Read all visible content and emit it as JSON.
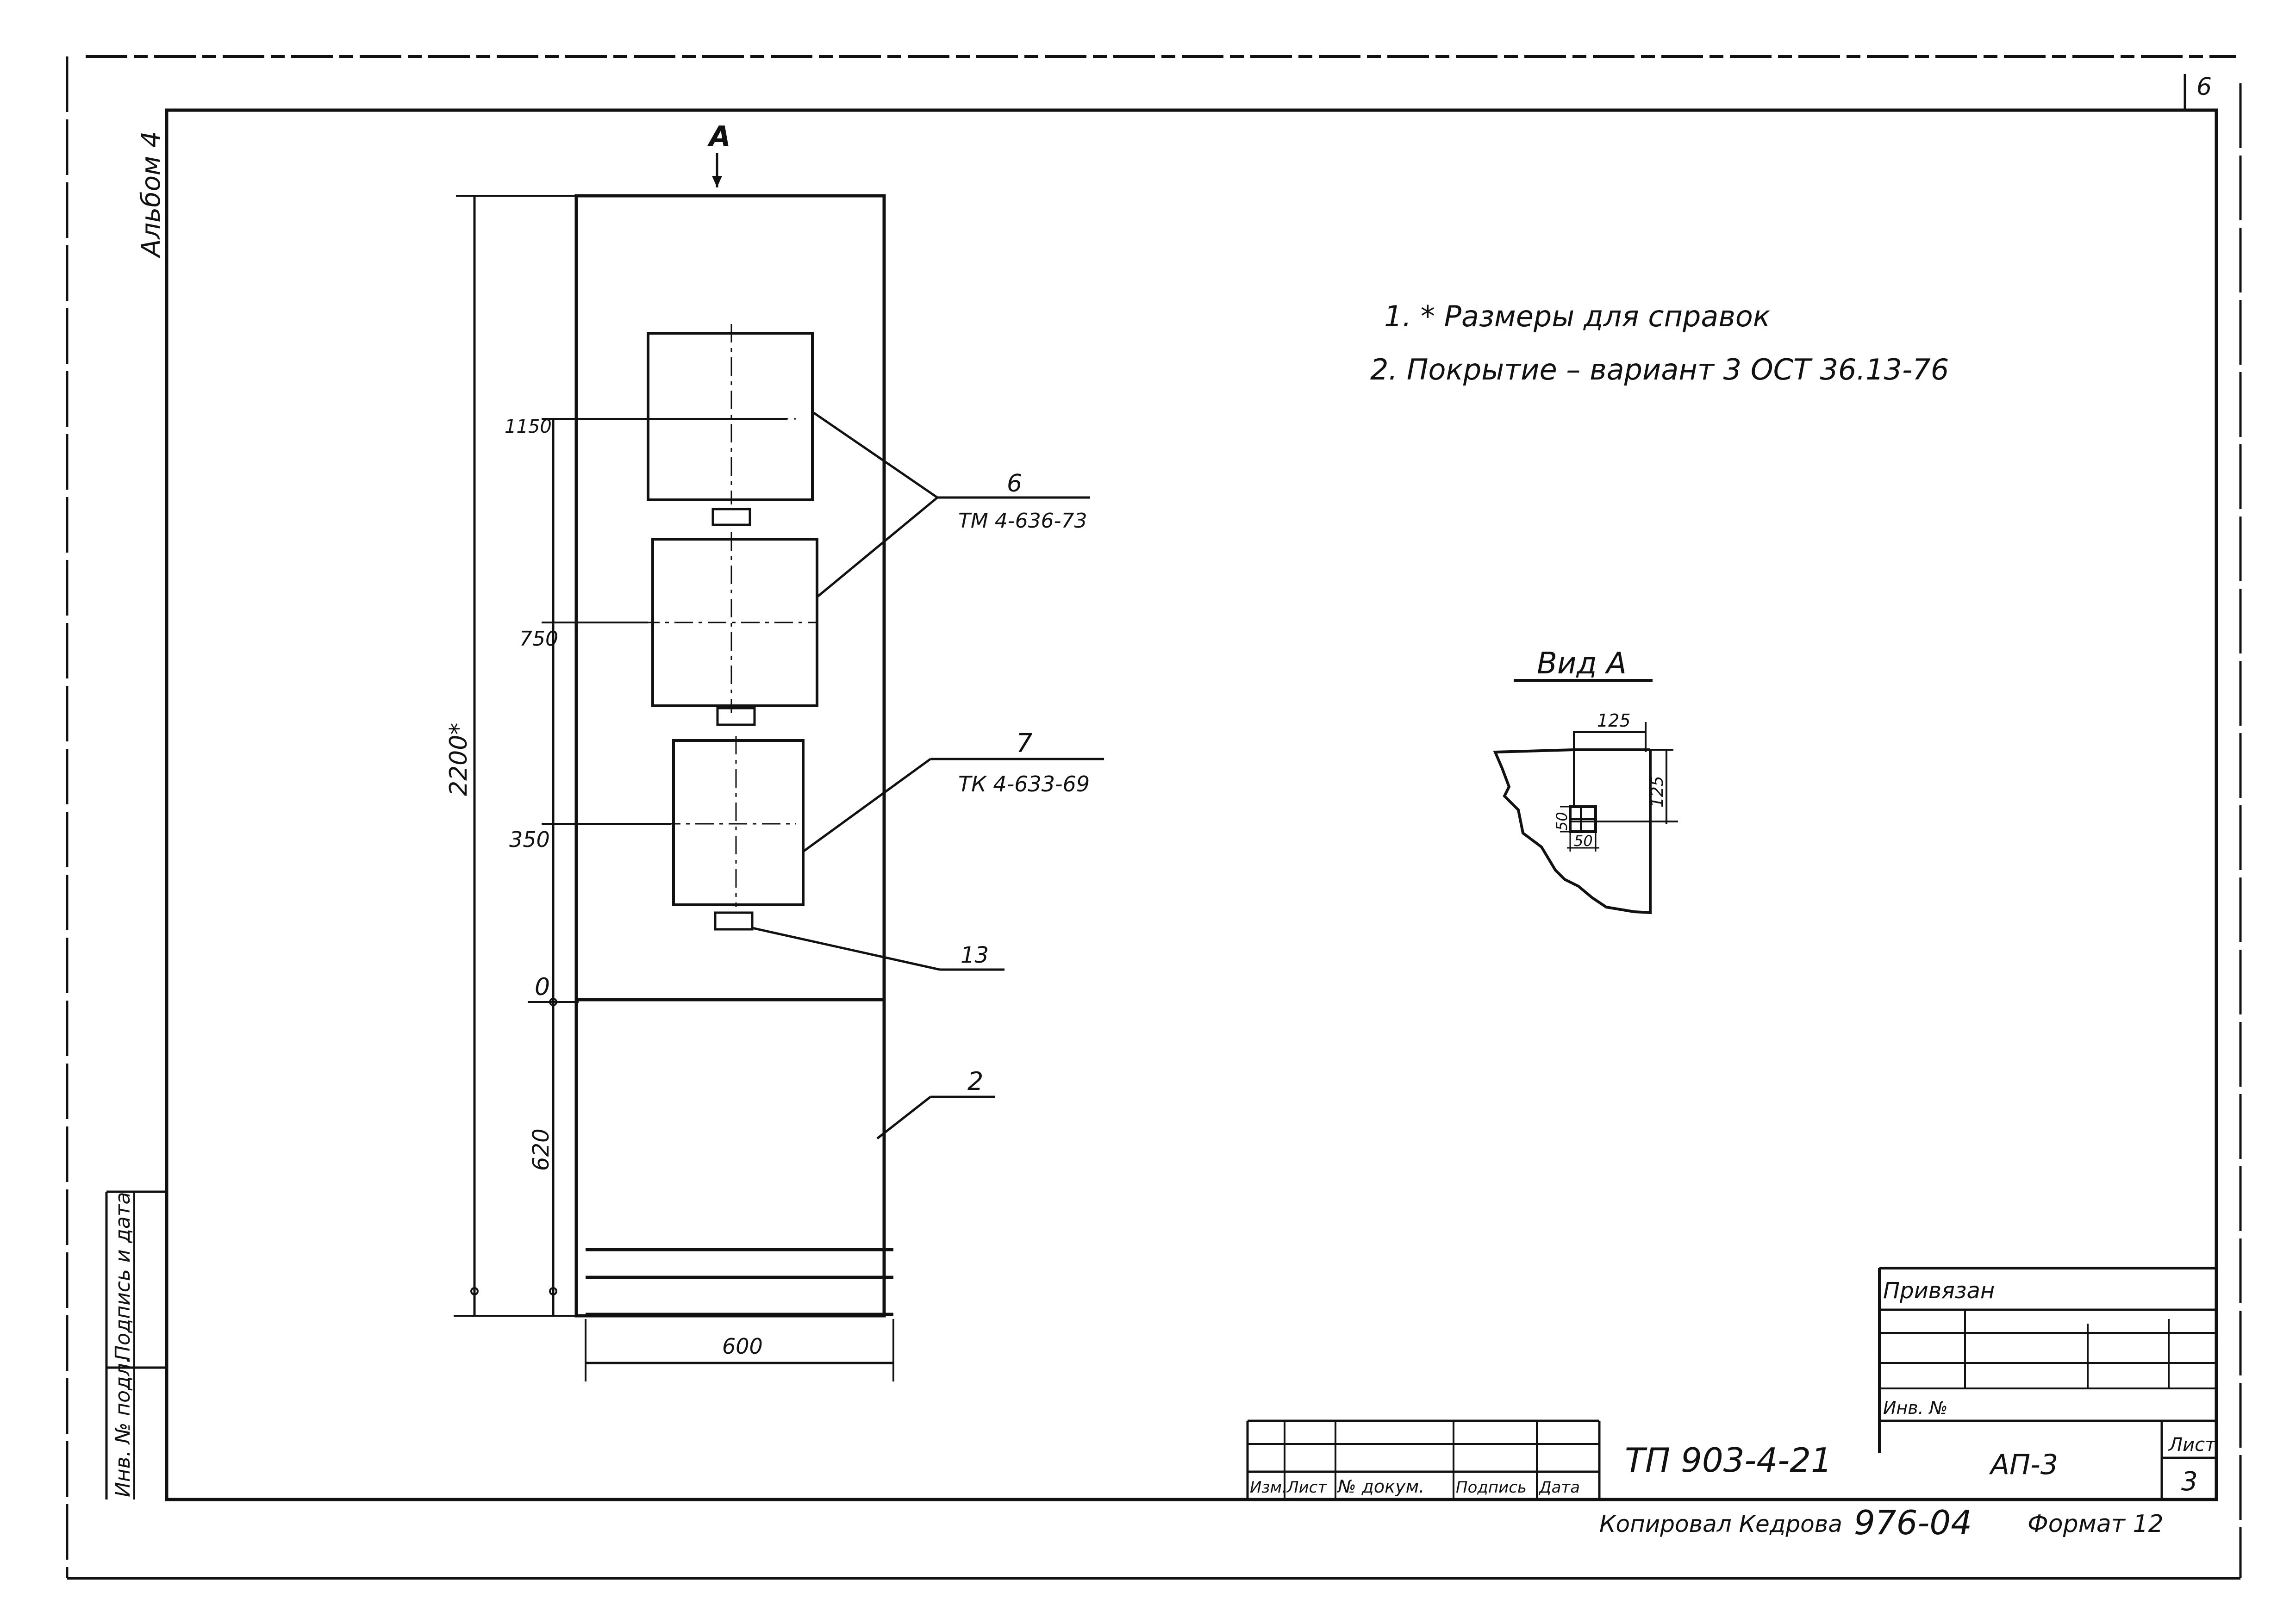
{
  "margin": {
    "album": "Альбом 4",
    "page_mark": "6",
    "inv_no_podl": "Инв. № подл.",
    "sign_date": "Подпись и дата"
  },
  "notes": {
    "note1": "1. * Размеры для справок",
    "note2": "2. Покрытие – вариант 3 ОСТ 36.13-76"
  },
  "drawing": {
    "view_arrow": "А",
    "total_height": "2200*",
    "width": "600",
    "dims": {
      "d1150": "1150",
      "d750": "750",
      "d350": "350",
      "d0": "0",
      "d620": "620"
    },
    "callouts": {
      "c6_num": "6",
      "c6_ref": "ТМ 4-636-73",
      "c7_num": "7",
      "c7_ref": "ТК 4-633-69",
      "c13": "13",
      "c2": "2"
    }
  },
  "view_a": {
    "title": "Вид А",
    "dim_125_h": "125",
    "dim_125_v": "125",
    "dim_50_v": "50",
    "dim_50_h": "50"
  },
  "title_block": {
    "privyazan": "Привязан",
    "inv_no": "Инв. №",
    "col_izm": "Изм.",
    "col_list": "Лист",
    "col_doc": "№ докум.",
    "col_sign": "Подпись",
    "col_date": "Дата",
    "designation": "ТП 903-4-21",
    "sheet_code": "АП-3",
    "list_label": "Лист",
    "list_no": "3",
    "copied_by": "Копировал Кедрова",
    "order_no": "976-04",
    "format": "Формат 12"
  }
}
